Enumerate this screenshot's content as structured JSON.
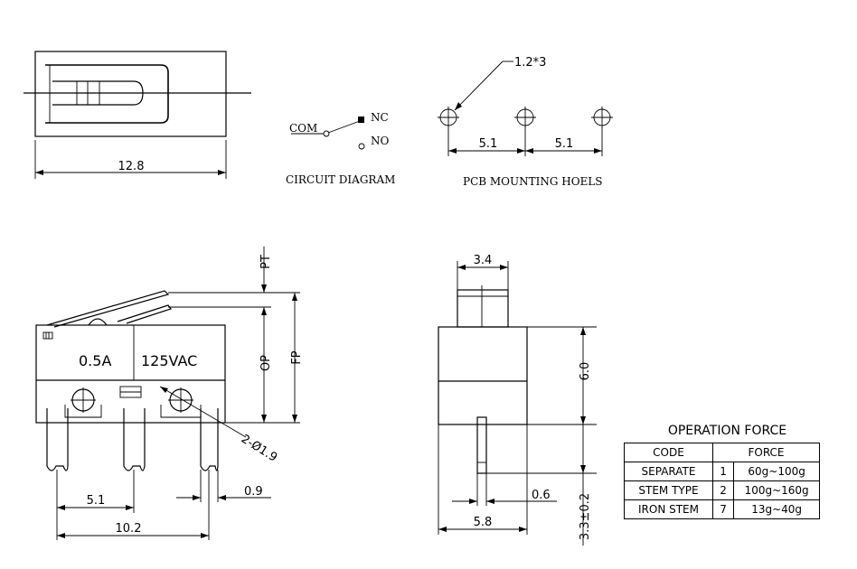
{
  "top_view": {
    "dim_width": "12.8"
  },
  "circuit": {
    "com": "COM",
    "nc": "NC",
    "no": "NO",
    "caption": "CIRCUIT DIAGRAM"
  },
  "pcb": {
    "hole_label": "1.2*3",
    "pitch_left": "5.1",
    "pitch_right": "5.1",
    "caption": "PCB MOUNTING HOELS"
  },
  "front_view": {
    "rating_current": "0.5A",
    "rating_voltage": "125VAC",
    "pt": "PT",
    "op": "OP",
    "fp": "FP",
    "hole_dim": "2-Ø1.9",
    "dim_pin_pitch": "5.1",
    "dim_pin_total": "10.2",
    "dim_pin_offset": "0.9"
  },
  "side_view": {
    "dim_top": "3.4",
    "dim_height": "6.0",
    "dim_pin_len": "3.3±0.2",
    "dim_pin_thk": "0.6",
    "dim_width": "5.8"
  },
  "operation_force": {
    "title": "OPERATION FORCE",
    "header_code": "CODE",
    "header_force": "FORCE",
    "rows": [
      {
        "type": "SEPARATE",
        "code": "1",
        "force": "60g~100g"
      },
      {
        "type": "STEM TYPE",
        "code": "2",
        "force": "100g~160g"
      },
      {
        "type": "IRON STEM",
        "code": "7",
        "force": "13g~40g"
      }
    ]
  }
}
